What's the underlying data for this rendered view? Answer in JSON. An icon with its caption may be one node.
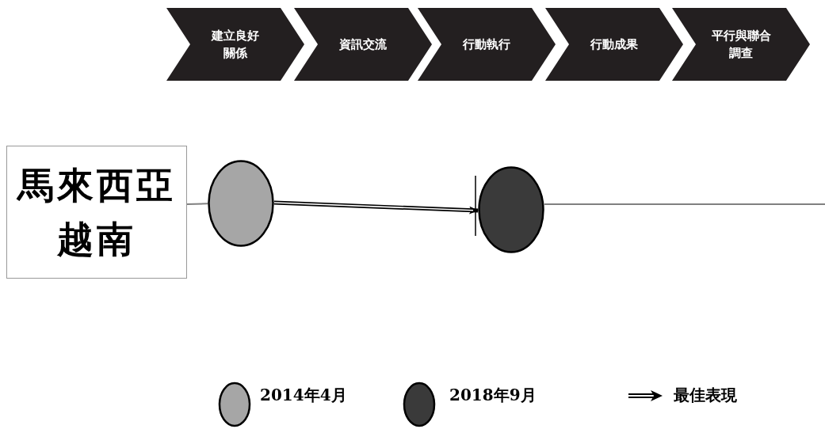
{
  "diagram": {
    "nodes": [
      {
        "text": [
          "建立良好關係"
        ]
      },
      {
        "text": [
          "資訊交流"
        ]
      },
      {
        "text": [
          "行動執行"
        ]
      },
      {
        "text": [
          "行動成果"
        ]
      },
      {
        "text": [
          "平行與聯合調查"
        ]
      },
      {
        "text": [
          "馬來西亞",
          "越南"
        ]
      },
      {
        "text": [],
        "shape": "circle"
      },
      {
        "text": [],
        "shape": "circle"
      }
    ],
    "edges": [
      {
        "from": 5,
        "to": 6,
        "arrow": "none"
      },
      {
        "from": 6,
        "to": 7,
        "arrow": "to",
        "style": "thick",
        "color": "#000000"
      },
      {
        "from": 7,
        "to": null,
        "arrow": "none"
      }
    ],
    "legend": [
      {
        "text": "2014年4月",
        "color": "#a6a6a6"
      },
      {
        "text": "2018年9月",
        "color": "#3a3a3a"
      },
      {
        "text": "最佳表現"
      }
    ]
  }
}
